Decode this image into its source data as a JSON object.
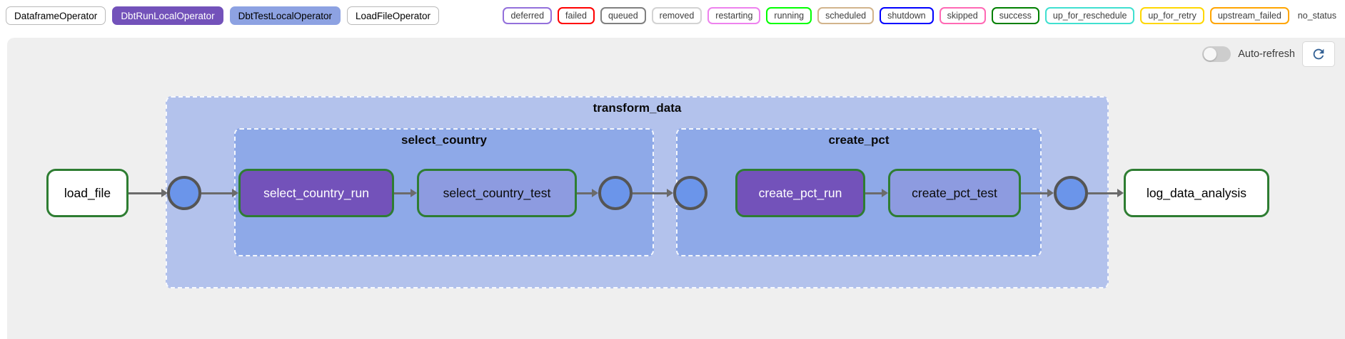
{
  "operator_legend": {
    "items": [
      {
        "label": "DataframeOperator",
        "bg": "#ffffff",
        "fg": "#000000",
        "border": "#b9b9b9"
      },
      {
        "label": "DbtRunLocalOperator",
        "bg": "#7352ba",
        "fg": "#ffffff",
        "border": "#7352ba"
      },
      {
        "label": "DbtTestLocalOperator",
        "bg": "#8da2e2",
        "fg": "#000000",
        "border": "#8da2e2"
      },
      {
        "label": "LoadFileOperator",
        "bg": "#ffffff",
        "fg": "#000000",
        "border": "#b9b9b9"
      }
    ]
  },
  "status_legend": {
    "items": [
      {
        "label": "deferred",
        "color": "mediumpurple"
      },
      {
        "label": "failed",
        "color": "red"
      },
      {
        "label": "queued",
        "color": "gray"
      },
      {
        "label": "removed",
        "color": "lightgrey"
      },
      {
        "label": "restarting",
        "color": "violet"
      },
      {
        "label": "running",
        "color": "lime"
      },
      {
        "label": "scheduled",
        "color": "tan"
      },
      {
        "label": "shutdown",
        "color": "blue"
      },
      {
        "label": "skipped",
        "color": "hotpink"
      },
      {
        "label": "success",
        "color": "green"
      },
      {
        "label": "up_for_reschedule",
        "color": "turquoise"
      },
      {
        "label": "up_for_retry",
        "color": "gold"
      },
      {
        "label": "upstream_failed",
        "color": "orange"
      },
      {
        "label": "no_status",
        "color": null
      }
    ]
  },
  "toolbar": {
    "auto_refresh_label": "Auto-refresh",
    "auto_refresh_on": false
  },
  "graph": {
    "groups": {
      "transform_data": {
        "label": "transform_data"
      },
      "select_country": {
        "label": "select_country"
      },
      "create_pct": {
        "label": "create_pct"
      }
    },
    "nodes": {
      "load_file": {
        "label": "load_file",
        "state": "success",
        "fill": "#ffffff"
      },
      "select_country_run": {
        "label": "select_country_run",
        "state": "success",
        "fill": "#7352ba"
      },
      "select_country_test": {
        "label": "select_country_test",
        "state": "success",
        "fill": "#8d9be0"
      },
      "create_pct_run": {
        "label": "create_pct_run",
        "state": "success",
        "fill": "#7352ba"
      },
      "create_pct_test": {
        "label": "create_pct_test",
        "state": "success",
        "fill": "#8d9be0"
      },
      "log_data_analysis": {
        "label": "log_data_analysis",
        "state": "success",
        "fill": "#ffffff"
      }
    },
    "colors": {
      "success_border": "#2e7d32",
      "group_outer_bg": "#b3c2ec",
      "group_inner_bg": "#8ea9e8",
      "join_circle_fill": "#6b95ea",
      "edge": "#6b6b6b",
      "canvas_bg": "#efefef",
      "refresh_icon_blue": "#336195"
    }
  }
}
